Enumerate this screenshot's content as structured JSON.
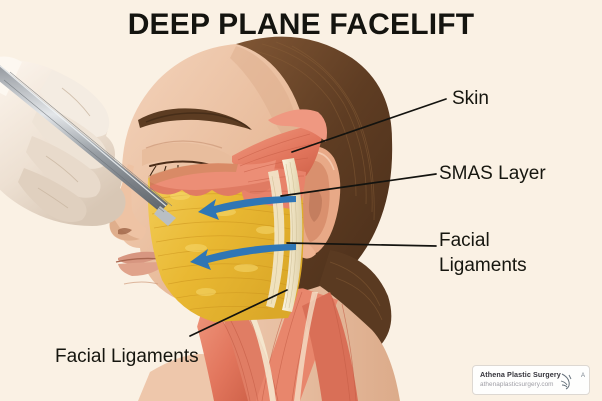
{
  "title": "DEEP PLANE FACELIFT",
  "background_color": "#faf1e4",
  "title_color": "#14140f",
  "labels": {
    "skin": "Skin",
    "smas": "SMAS Layer",
    "facial_ligaments_right_line1": "Facial",
    "facial_ligaments_right_line2": "Ligaments",
    "facial_ligaments_bottom": "Facial Ligaments"
  },
  "illustration": {
    "subject": "female-head-anatomical-cutaway",
    "arrow_color": "#2f76b5",
    "arrow_count": 2,
    "arrow_direction": "left",
    "layers": {
      "skin_tone": "#e8b99a",
      "smas_muscle": "#e8836b",
      "fat_layer": "#e8b93c",
      "ligament": "#f2ead2",
      "hair": "#6b4429"
    },
    "instrument": "surgical-dissector",
    "glove_color": "#f3e9de"
  },
  "watermark": {
    "name": "Athena Plastic Surgery",
    "url": "athenaplasticsurgery.com",
    "letter_mark": "A"
  }
}
